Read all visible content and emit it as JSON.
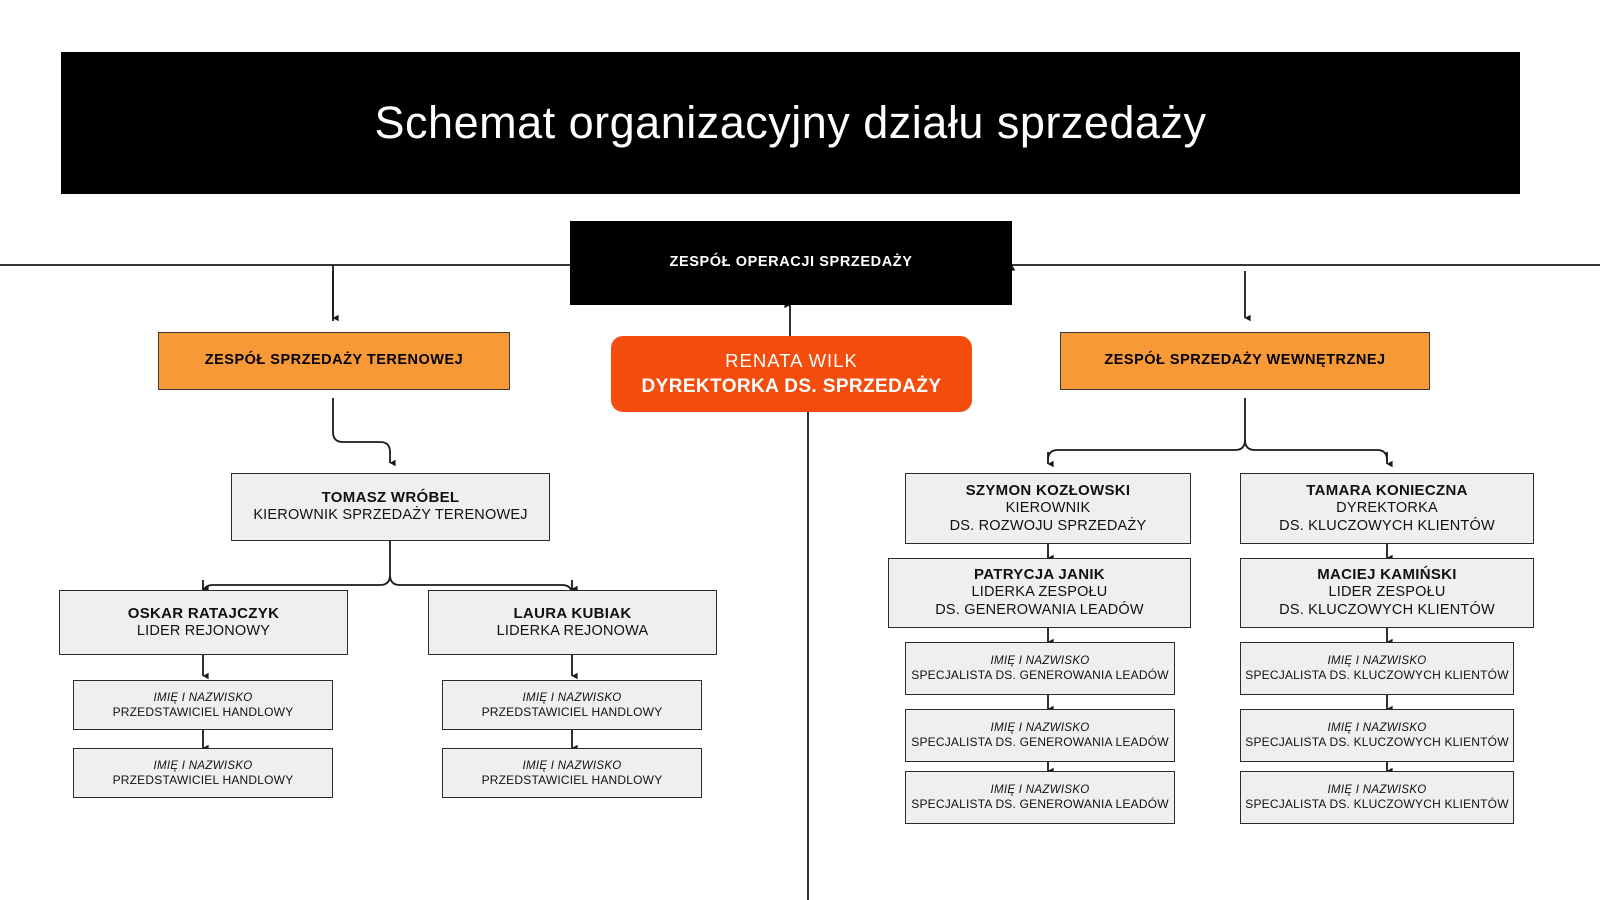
{
  "header": {
    "title": "Schemat organizacyjny działu sprzedaży",
    "background_color": "#000000",
    "text_color": "#ffffff"
  },
  "palette": {
    "orange": "#F89938",
    "director_orange": "#F44C0C",
    "grey_box": "#EFEFEF",
    "black": "#000000",
    "line": "#1a1a1a"
  },
  "chart_data": {
    "type": "diagram",
    "title": "Schemat organizacyjny działu sprzedaży"
  },
  "nodes": {
    "root": {
      "title": "ZESPÓŁ OPERACJI SPRZEDAŻY"
    },
    "director": {
      "name": "RENATA WILK",
      "role": "DYREKTORKA DS. SPRZEDAŻY"
    },
    "field_team": {
      "title": "ZESPÓŁ SPRZEDAŻY TERENOWEJ"
    },
    "inside_team": {
      "title": "ZESPÓŁ SPRZEDAŻY WEWNĘTRZNEJ"
    },
    "tomasz": {
      "name": "TOMASZ WRÓBEL",
      "role_line1": "KIEROWNIK SPRZEDAŻY TERENOWEJ"
    },
    "oskar": {
      "name": "OSKAR RATAJCZYK",
      "role_line1": "LIDER REJONOWY"
    },
    "laura": {
      "name": "LAURA KUBIAK",
      "role_line1": "LIDERKA REJONOWA"
    },
    "szymon": {
      "name": "SZYMON KOZŁOWSKI",
      "role_line1": "KIEROWNIK",
      "role_line2": "DS. ROZWOJU SPRZEDAŻY"
    },
    "tamara": {
      "name": "TAMARA KONIECZNA",
      "role_line1": "DYREKTORKA",
      "role_line2": "DS. KLUCZOWYCH KLIENTÓW"
    },
    "patrycja": {
      "name": "PATRYCJA JANIK",
      "role_line1": "LIDERKA ZESPOŁU",
      "role_line2": "DS. GENEROWANIA LEADÓW"
    },
    "maciej": {
      "name": "MACIEJ KAMIŃSKI",
      "role_line1": "LIDER ZESPOŁU",
      "role_line2": "DS. KLUCZOWYCH KLIENTÓW"
    },
    "rep_oskar_1": {
      "name": "IMIĘ I NAZWISKO",
      "role": "PRZEDSTAWICIEL HANDLOWY"
    },
    "rep_oskar_2": {
      "name": "IMIĘ I NAZWISKO",
      "role": "PRZEDSTAWICIEL HANDLOWY"
    },
    "rep_laura_1": {
      "name": "IMIĘ I NAZWISKO",
      "role": "PRZEDSTAWICIEL HANDLOWY"
    },
    "rep_laura_2": {
      "name": "IMIĘ I NAZWISKO",
      "role": "PRZEDSTAWICIEL HANDLOWY"
    },
    "lead_spec_1": {
      "name": "IMIĘ I NAZWISKO",
      "role": "SPECJALISTA DS. GENEROWANIA LEADÓW"
    },
    "lead_spec_2": {
      "name": "IMIĘ I NAZWISKO",
      "role": "SPECJALISTA DS. GENEROWANIA LEADÓW"
    },
    "lead_spec_3": {
      "name": "IMIĘ I NAZWISKO",
      "role": "SPECJALISTA DS. GENEROWANIA LEADÓW"
    },
    "key_spec_1": {
      "name": "IMIĘ I NAZWISKO",
      "role": "SPECJALISTA DS. KLUCZOWYCH KLIENTÓW"
    },
    "key_spec_2": {
      "name": "IMIĘ I NAZWISKO",
      "role": "SPECJALISTA DS. KLUCZOWYCH KLIENTÓW"
    },
    "key_spec_3": {
      "name": "IMIĘ I NAZWISKO",
      "role": "SPECJALISTA DS. KLUCZOWYCH KLIENTÓW"
    }
  }
}
